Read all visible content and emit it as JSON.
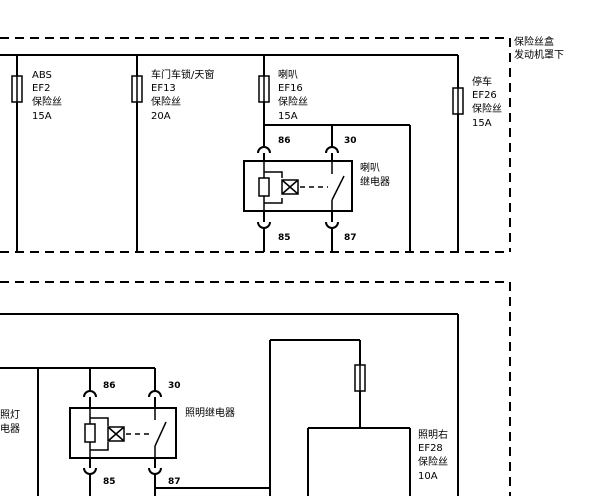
{
  "fusebox": {
    "name_line1": "保险丝盒",
    "name_line2": "发动机罩下"
  },
  "fuses": [
    {
      "name": "ABS",
      "id": "EF2",
      "label": "保险丝",
      "rating": "15A"
    },
    {
      "name": "车门车锁/天窗",
      "id": "EF13",
      "label": "保险丝",
      "rating": "20A"
    },
    {
      "name": "喇叭",
      "id": "EF16",
      "label": "保险丝",
      "rating": "15A"
    },
    {
      "name": "停车",
      "id": "EF26",
      "label": "保险丝",
      "rating": "15A"
    },
    {
      "name": "照明右",
      "id": "EF28",
      "label": "保险丝",
      "rating": "10A"
    }
  ],
  "relays": {
    "horn": {
      "line1": "喇叭",
      "line2": "继电器",
      "pins": [
        "86",
        "30",
        "85",
        "87"
      ]
    },
    "lighting": {
      "label": "照明继电器",
      "pins": [
        "86",
        "30",
        "85",
        "87"
      ]
    },
    "partial": {
      "line1": "前照灯",
      "line2": "继电器"
    }
  }
}
